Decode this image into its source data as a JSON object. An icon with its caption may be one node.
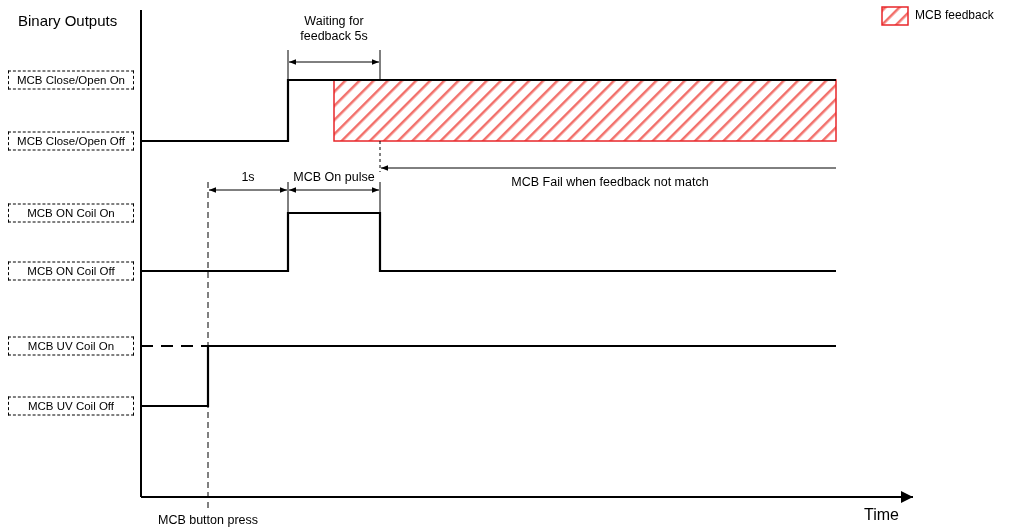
{
  "diagram": {
    "nodes": [
      {
        "text": [
          "MCB Close/Open On"
        ]
      },
      {
        "text": [
          "MCB Close/Open Off"
        ]
      },
      {
        "text": [
          "MCB ON Coil On"
        ]
      },
      {
        "text": [
          "MCB ON Coil Off"
        ]
      },
      {
        "text": [
          "MCB UV Coil On"
        ]
      },
      {
        "text": [
          "MCB UV Coil Off"
        ]
      },
      {
        "text": [],
        "shape": "box"
      }
    ],
    "labels": [
      "Binary Outputs",
      "Waiting for feedback 5s",
      "1s",
      "MCB On pulse",
      "MCB Fail when feedback not match",
      "Time",
      "MCB button press"
    ],
    "legend": [
      {
        "text": "MCB feedback"
      }
    ]
  }
}
